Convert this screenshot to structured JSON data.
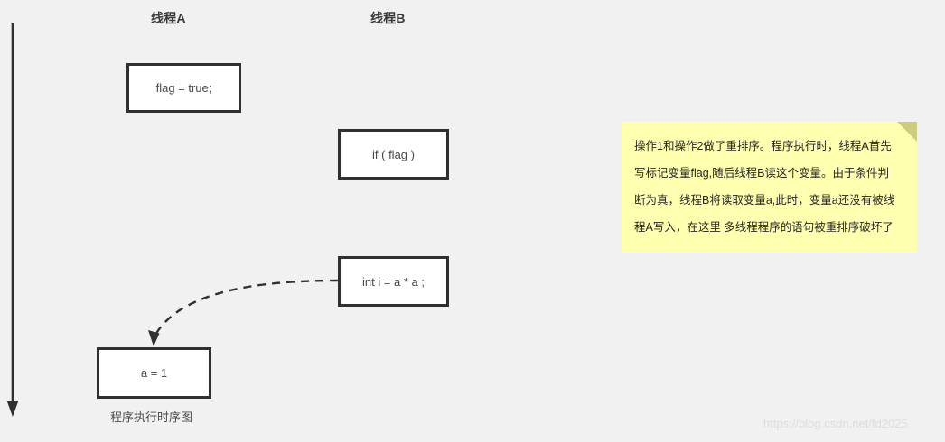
{
  "diagram": {
    "background_color": "#f1f1f1",
    "caption": "程序执行时序图",
    "columns": [
      {
        "id": "thread-a",
        "label": "线程A"
      },
      {
        "id": "thread-b",
        "label": "线程B"
      }
    ],
    "timeline": {
      "name": "time-axis-arrow",
      "direction": "down",
      "color": "#303030"
    },
    "boxes": [
      {
        "id": "flag-true",
        "text": "flag = true;",
        "column": "thread-a",
        "order": 1
      },
      {
        "id": "if-flag",
        "text": "if ( flag )",
        "column": "thread-b",
        "order": 2
      },
      {
        "id": "int-i",
        "text": "int i = a * a ;",
        "column": "thread-b",
        "order": 3
      },
      {
        "id": "a-equals-1",
        "text": "a = 1",
        "column": "thread-a",
        "order": 4
      }
    ],
    "reorder_arrow": {
      "name": "reorder-dashed-arrow",
      "from_box": "int-i",
      "to_box": "a-equals-1",
      "style": "dashed",
      "color": "#303030"
    },
    "box_border_color": "#303030",
    "box_fill_color": "#ffffff",
    "text_color": "#4a4a4a"
  },
  "note": {
    "background_color": "#ffffb0",
    "fold_color": "#cdcc7e",
    "lines": [
      "操作1和操作2做了重排序。程序执行时，线程A首先",
      "写标记变量flag,随后线程B读这个变量。由于条件判",
      "断为真，线程B将读取变量a,此时，变量a还没有被线",
      "程A写入，在这里 多线程程序的语句被重排序破坏了"
    ]
  },
  "watermark": {
    "text": "https://blog.csdn.net/fd2025",
    "color": "#dcdcdc"
  }
}
